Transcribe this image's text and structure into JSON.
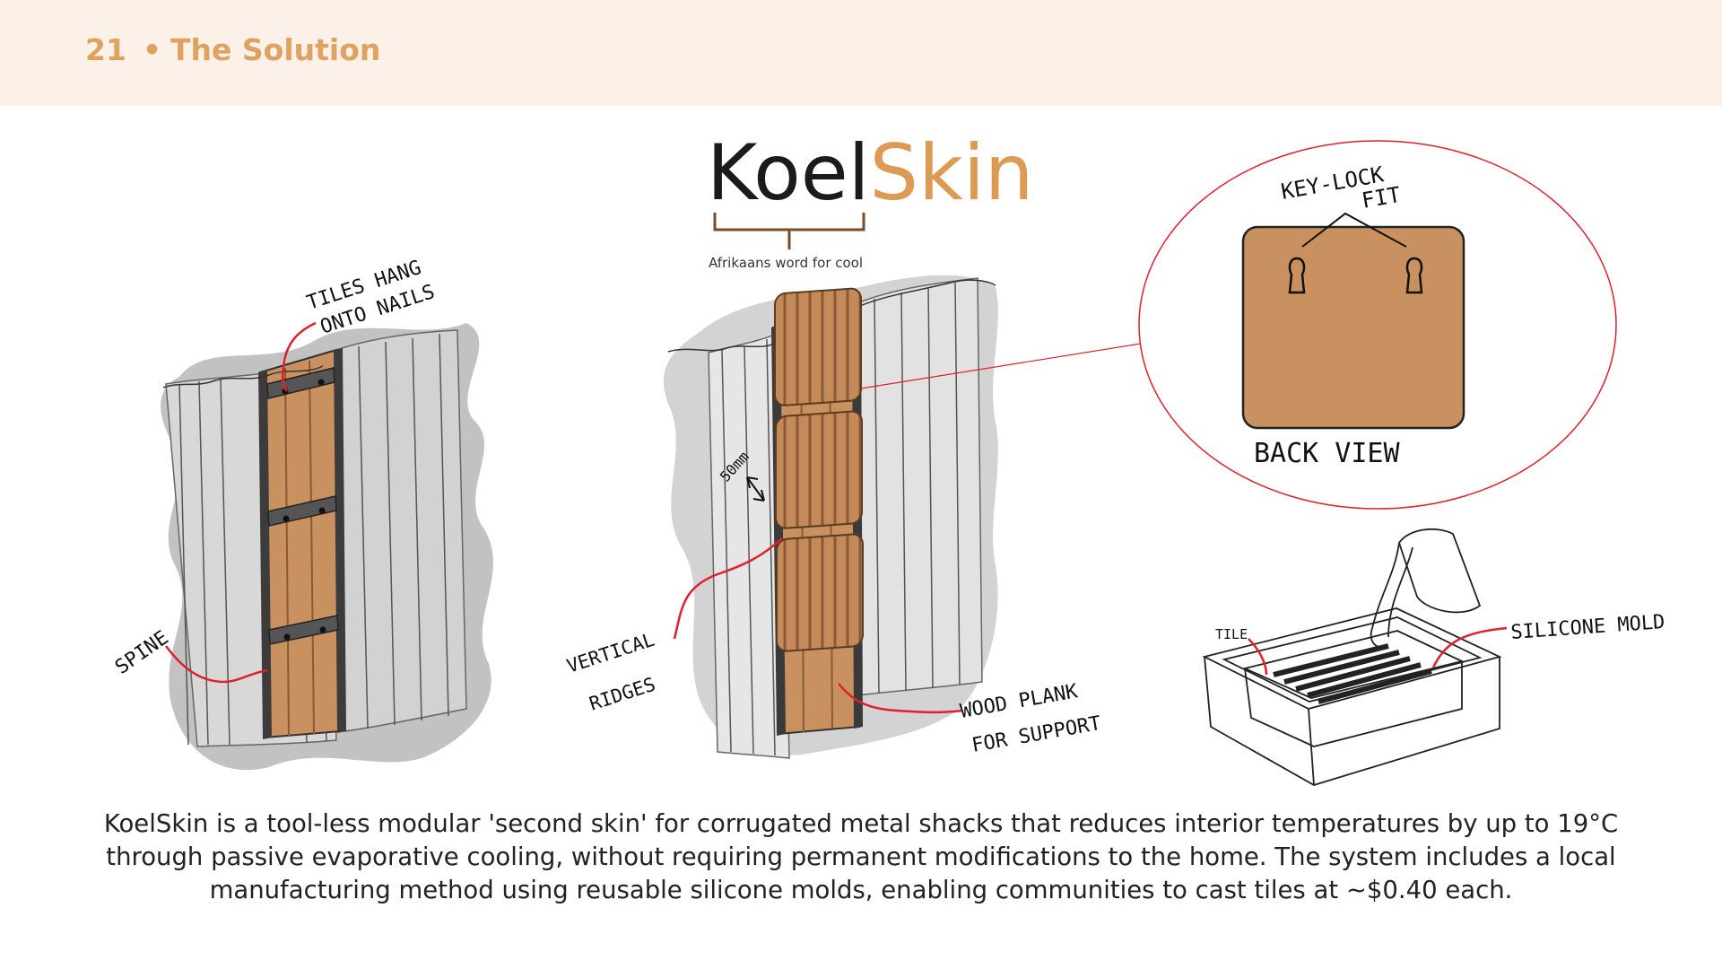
{
  "header": {
    "slide_number": "21",
    "bullet": "•",
    "title": "The Solution"
  },
  "logo": {
    "part1": "Koel",
    "part2": "Skin",
    "subtitle": "Afrikaans word for cool"
  },
  "colors": {
    "header_bg": "#fbf1e9",
    "accent": "#dfa25f",
    "wood": "#c8915f",
    "annotation_red": "#e0202a",
    "wall_gray": "#c4c4c4"
  },
  "annotations": {
    "tiles_hang_line1": "TILES HANG",
    "tiles_hang_line2": "ONTO NAILS",
    "spine": "SPINE",
    "size_50mm": "50mm",
    "vertical_line1": "VERTICAL",
    "vertical_line2": "RIDGES",
    "wood_plank_line1": "WOOD PLANK",
    "wood_plank_line2": "FOR SUPPORT",
    "key_lock_line1": "KEY-LOCK",
    "key_lock_line2": "FIT",
    "back_view": "BACK VIEW",
    "tile": "TILE",
    "silicone_mold": "SILICONE MOLD"
  },
  "description": "KoelSkin is a tool-less modular 'second skin' for corrugated metal shacks that reduces interior temperatures by up to 19°C through passive evaporative cooling, without requiring permanent modifications to the home. The system includes a local manufacturing method using reusable silicone molds, enabling communities to cast tiles at ~$0.40 each."
}
